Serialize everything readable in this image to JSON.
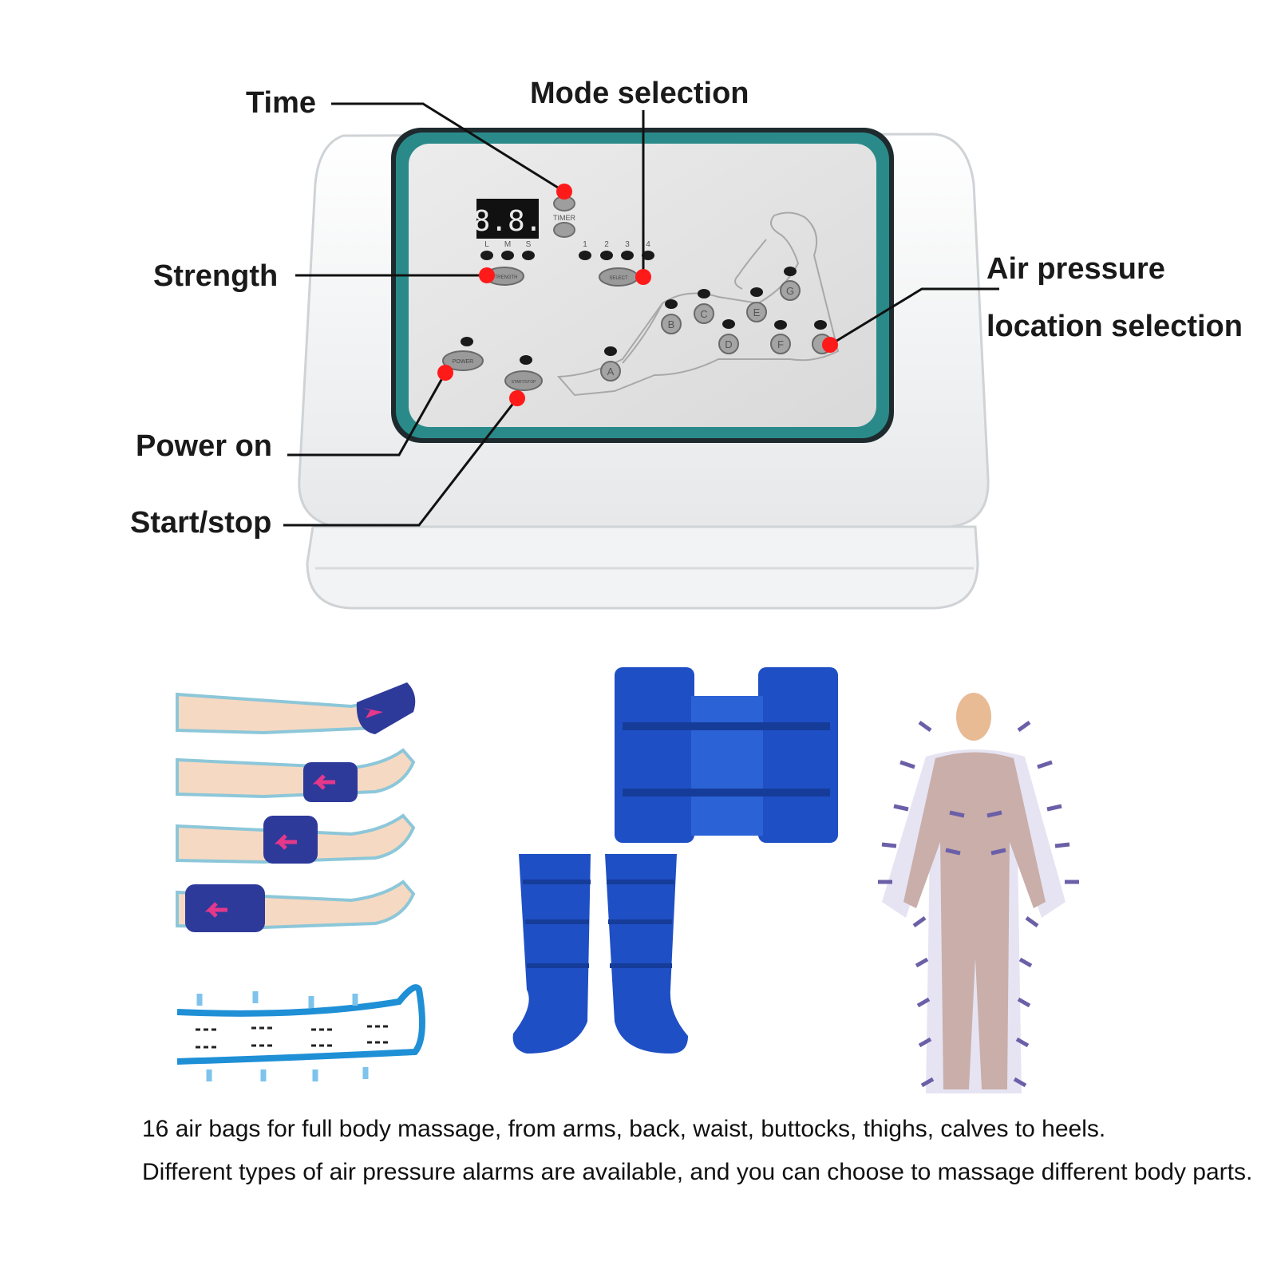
{
  "callouts": {
    "time": "Time",
    "mode": "Mode selection",
    "strength": "Strength",
    "air_pressure_line1": "Air pressure",
    "air_pressure_line2": "location selection",
    "power": "Power on",
    "start_stop": "Start/stop"
  },
  "panel": {
    "display": "8.8.",
    "timer_label": "TIMER",
    "strength_levels": [
      "L",
      "M",
      "S"
    ],
    "mode_numbers": [
      "1",
      "2",
      "3",
      "4"
    ],
    "strength_button": "STRENGTH",
    "select_button": "SELECT",
    "power_button": "POWER",
    "start_button": "START/STOP",
    "zones": [
      "A",
      "B",
      "C",
      "D",
      "E",
      "F",
      "G"
    ]
  },
  "caption": {
    "line1": "16 air bags for full body massage, from arms, back, waist, buttocks, thighs, calves to heels.",
    "line2": "Different types of air pressure alarms are available, and you can choose to massage different body parts."
  },
  "colors": {
    "accent_red": "#ff1a1a",
    "panel_teal": "#2a8a8a",
    "bag_blue": "#1f4fc4",
    "arrow_purple": "#6b5fa8",
    "skin": "#f6d9c2"
  }
}
